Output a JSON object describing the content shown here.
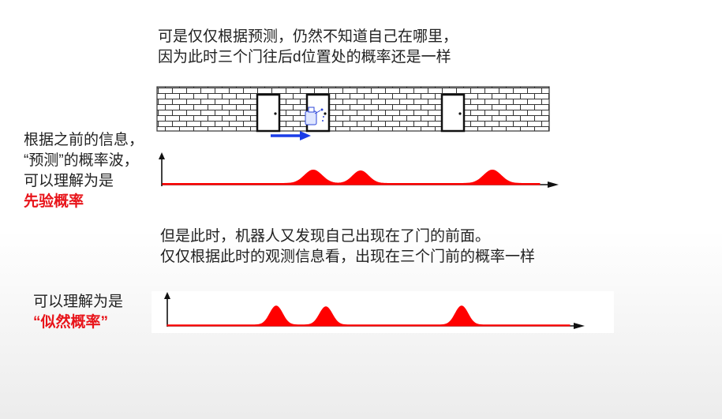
{
  "top_text": {
    "line1": "可是仅仅根据预测，仍然不知道自己在哪里，",
    "line2": "因为此时三个门往后d位置处的概率还是一样"
  },
  "prior_text": {
    "line1": "根据之前的信息，",
    "line2": "“预测”的概率波，",
    "line3": "可以理解为是",
    "highlight": "先验概率"
  },
  "mid_text": {
    "line1": "但是此时，机器人又发现自己出现在了门的前面。",
    "line2": "仅仅根据此时的观测信息看，出现在三个门前的概率一样"
  },
  "likelihood_text": {
    "line1": "可以理解为是",
    "highlight": "“似然概率”"
  },
  "colors": {
    "highlight": "#e8141a",
    "wave": "#ff0000",
    "arrow": "#1a3de8",
    "brick_line": "#333333"
  },
  "wall": {
    "door_count": 3,
    "icons": [
      "brick-wall",
      "door-icon",
      "robot-icon",
      "motion-arrow-icon"
    ]
  }
}
